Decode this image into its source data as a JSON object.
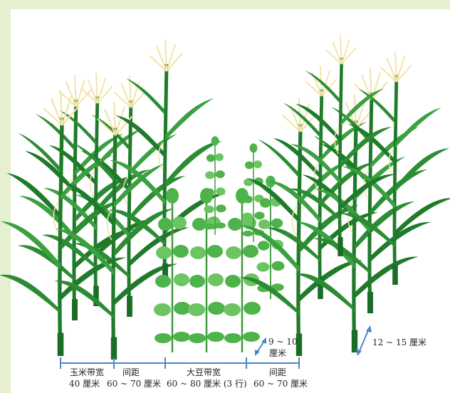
{
  "colors": {
    "background": "#e6efcf",
    "panel": "#ffffff",
    "corn_leaf_dark": "#1f7a2a",
    "corn_leaf_light": "#3aa040",
    "corn_tassel": "#f2e3a8",
    "soy_leaf": "#4db34a",
    "soy_leaf_light": "#6cc463",
    "dimension_line": "#4a86c8"
  },
  "labels": {
    "corn_band": "玉米带宽",
    "corn_band_width": "40 厘米",
    "gap_left": "间距",
    "gap_left_width": "60 ~ 70 厘米",
    "soy_band": "大豆带宽",
    "soy_band_width": "60 ~ 80 厘米 (3 行)",
    "gap_right": "间距",
    "gap_right_width": "60 ~ 70 厘米",
    "soy_spacing": "9 ~ 10",
    "soy_spacing_unit": "厘米",
    "corn_spacing": "12 ~ 15 厘米"
  },
  "icons": [
    "corn-plant-icon",
    "soybean-plant-icon",
    "dimension-arrow-icon"
  ]
}
